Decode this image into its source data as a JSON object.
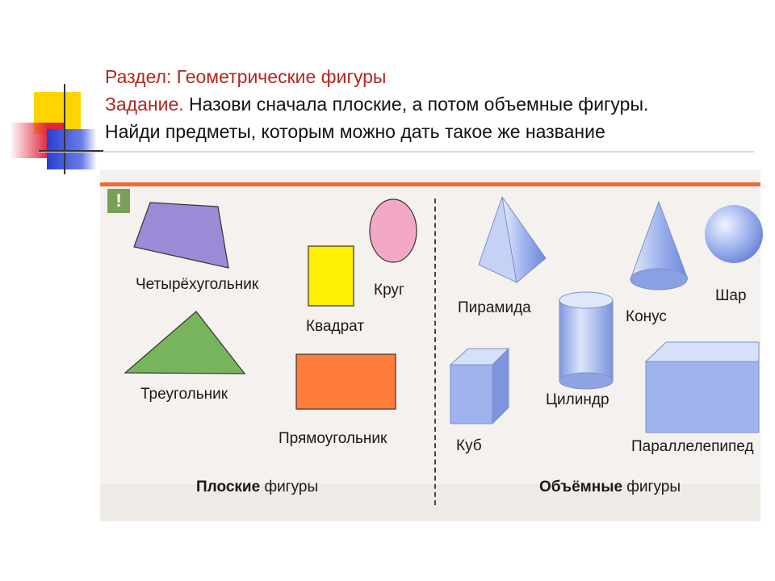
{
  "heading": {
    "section_label": "Раздел: Геометрические фигуры",
    "task_label": "Задание.",
    "task_text": "Назови сначала плоские, а потом объемные фигуры.",
    "task_text_2": "Найди предметы, которым можно дать такое же название"
  },
  "page": {
    "marker": "!",
    "flat": {
      "labels": {
        "quad": "Четырёхугольник",
        "circle": "Круг",
        "square": "Квадрат",
        "triangle": "Треугольник",
        "rectangle": "Прямоугольник"
      },
      "caption_bold": "Плоские",
      "caption_rest": "фигуры"
    },
    "solid": {
      "labels": {
        "pyramid": "Пирамида",
        "cone": "Конус",
        "sphere": "Шар",
        "cylinder": "Цилиндр",
        "cube": "Куб",
        "box": "Параллелепипед"
      },
      "caption_bold": "Объёмные",
      "caption_rest": "фигуры"
    }
  },
  "colors": {
    "quad": "#9b8ad6",
    "circle": "#f3a8c6",
    "square": "#ffef00",
    "triangle": "#76b55e",
    "rectangle": "#ff7d3a",
    "solid": "#8fa6e8",
    "heading_red": "#b3261e"
  }
}
